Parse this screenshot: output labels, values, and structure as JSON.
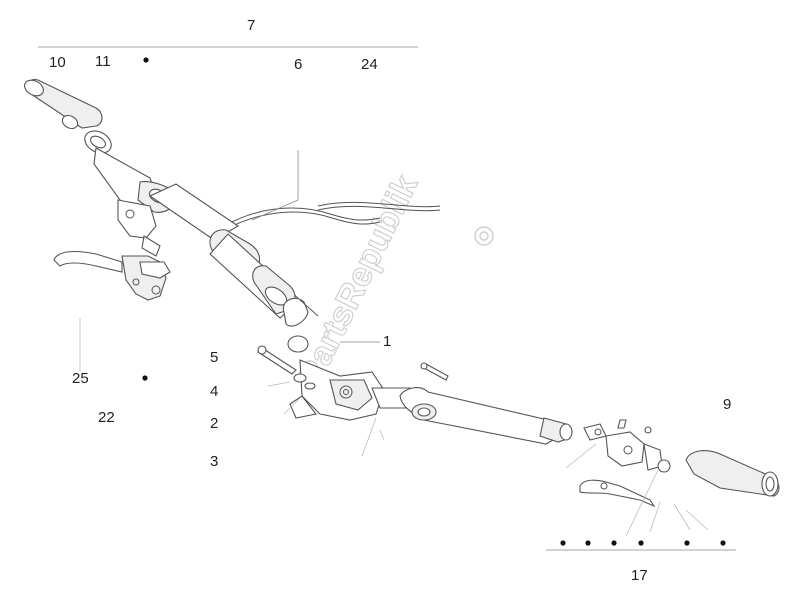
{
  "diagram": {
    "callouts": {
      "c7": "7",
      "c10": "10",
      "c11": "11",
      "c6": "6",
      "c24": "24",
      "c1": "1",
      "c5": "5",
      "c4": "4",
      "c2": "2",
      "c3": "3",
      "c25": "25",
      "c22": "22",
      "c9": "9",
      "c17": "17"
    },
    "watermark": "PartsRepublik",
    "colors": {
      "line": "#555555",
      "leader": "#888888",
      "watermark": "#d0d0d0"
    }
  }
}
